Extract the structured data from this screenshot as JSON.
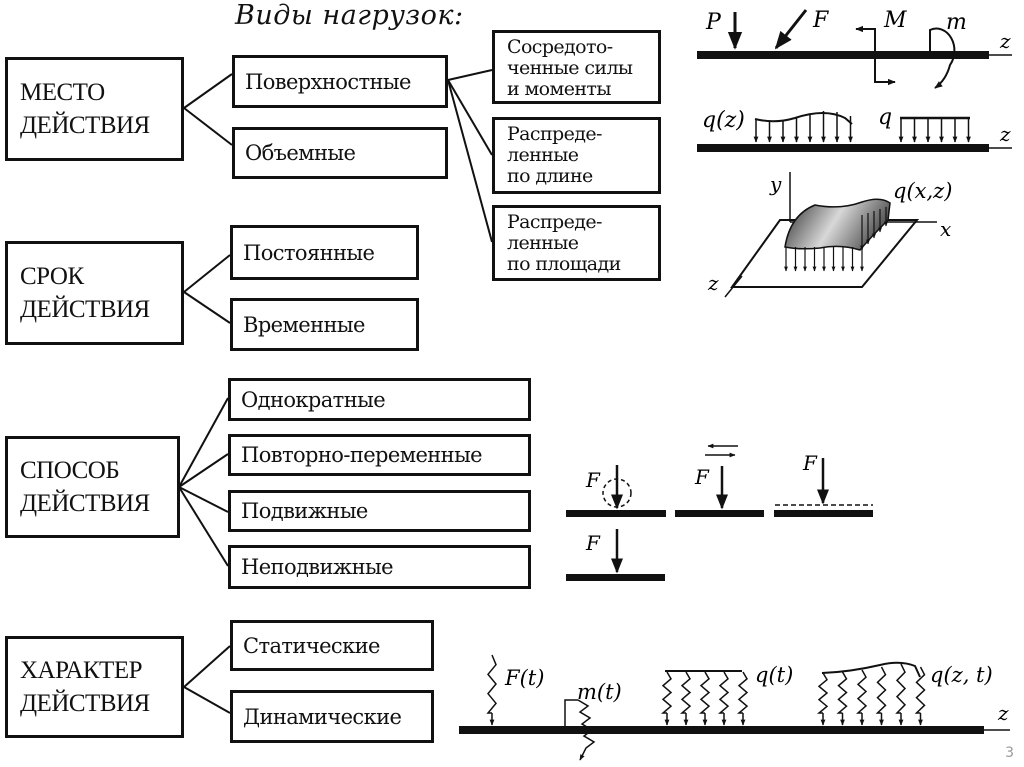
{
  "title": "Виды нагрузок:",
  "groups": {
    "place": {
      "label_line1": "МЕСТО",
      "label_line2": "ДЕЙСТВИЯ",
      "options": [
        "Поверхностные",
        "Объемные"
      ],
      "surface_subtypes": [
        {
          "lines": [
            "Сосредото-",
            "ченные силы",
            "и моменты"
          ]
        },
        {
          "lines": [
            "Распреде-",
            "ленные",
            "по длине"
          ]
        },
        {
          "lines": [
            "Распреде-",
            "ленные",
            "по площади"
          ]
        }
      ]
    },
    "duration": {
      "label_line1": "СРОК",
      "label_line2": "ДЕЙСТВИЯ",
      "options": [
        "Постоянные",
        "Временные"
      ]
    },
    "method": {
      "label_line1": "СПОСОБ",
      "label_line2": "ДЕЙСТВИЯ",
      "options": [
        "Однократные",
        "Повторно-переменные",
        "Подвижные",
        "Неподвижные"
      ]
    },
    "nature": {
      "label_line1": "ХАРАКТЕР",
      "label_line2": "ДЕЙСТВИЯ",
      "options": [
        "Статические",
        "Динамические"
      ]
    }
  },
  "figures": {
    "point_loads": {
      "P": "P",
      "F": "F",
      "M": "M",
      "m": "m",
      "axis": "z"
    },
    "distributed_length": {
      "qz": "q(z)",
      "q": "q",
      "axis": "z"
    },
    "distributed_area": {
      "y": "y",
      "x": "x",
      "z": "z",
      "qxz": "q(x,z)"
    },
    "method_figs": {
      "F1": "F",
      "F2": "F",
      "F3": "F",
      "F4": "F"
    },
    "dynamic": {
      "Ft": "F(t)",
      "mt": "m(t)",
      "qt": "q(t)",
      "qzt": "q(z, t)",
      "axis": "z"
    }
  },
  "page_number": "3"
}
